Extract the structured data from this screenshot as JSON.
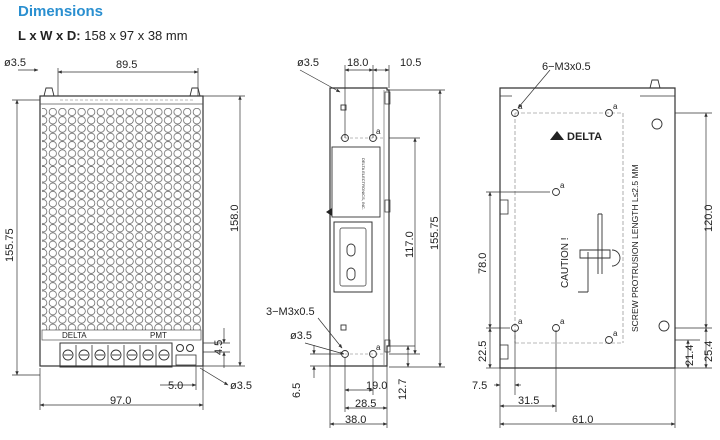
{
  "heading": "Dimensions",
  "spec": {
    "label": "L x W x D:",
    "value": "158 x 97 x 38 mm"
  },
  "front_view": {
    "dims": {
      "hole_top": "ø3.5",
      "top_width": "89.5",
      "height_outer": "158.0",
      "height_left": "155.75",
      "height_small": "4.5",
      "bottom_offset": "5.0",
      "hole_bottom": "ø3.5",
      "bottom_width": "97.0"
    }
  },
  "side_view": {
    "dims": {
      "hole_top": "ø3.5",
      "top_a": "18.0",
      "top_b": "10.5",
      "h1": "155.75",
      "h2": "117.0",
      "screw": "3−M3x0.5",
      "hole_bottom": "ø3.5",
      "h3": "6.5",
      "w1": "19.0",
      "w2": "28.5",
      "h4": "12.7",
      "w3": "38.0"
    },
    "label_text": "DELTA ELECTRONICS, INC."
  },
  "back_view": {
    "dims": {
      "screw": "6−M3x0.5",
      "h1": "120.0",
      "h2": "78.0",
      "h3": "22.5",
      "h4": "21.4",
      "h5": "25.4",
      "w1": "7.5",
      "w2": "31.5",
      "w3": "61.0"
    },
    "logo": "DELTA",
    "caution": "CAUTION !",
    "protrusion": "SCREW PROTRUSION LENGTH  L≤2.5 MM",
    "hole_marks": [
      "a",
      "a",
      "a",
      "a",
      "a",
      "a"
    ],
    "front_label": "PMT"
  }
}
